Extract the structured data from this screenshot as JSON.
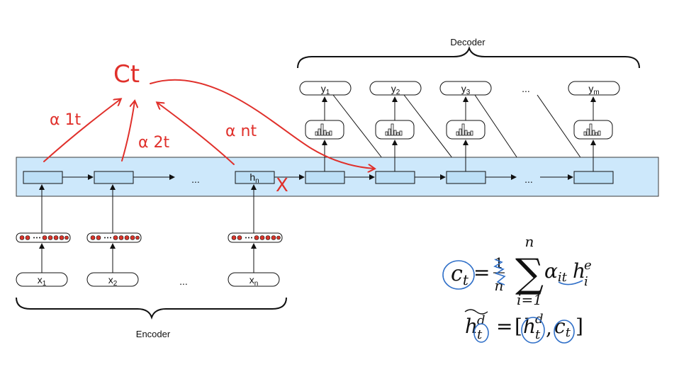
{
  "labels": {
    "decoder": "Decoder",
    "encoder": "Encoder",
    "ellipsis": "...",
    "hn_base": "h",
    "hn_sub": "n"
  },
  "inputs": [
    {
      "base": "x",
      "sub": "1"
    },
    {
      "base": "x",
      "sub": "2"
    },
    {
      "base": "x",
      "sub": "n"
    }
  ],
  "outputs": [
    {
      "base": "y",
      "sub": "1"
    },
    {
      "base": "y",
      "sub": "2"
    },
    {
      "base": "y",
      "sub": "3"
    },
    {
      "base": "y",
      "sub": "m"
    }
  ],
  "annotations": {
    "context": "Ct",
    "alpha_1t": "α 1t",
    "alpha_2t": "α 2t",
    "alpha_nt": "α nt",
    "cross": "X"
  },
  "equations": {
    "eq1_c": "c",
    "eq1_c_sub": "t",
    "eq1_eq": "=",
    "eq1_frac_num": "1",
    "eq1_frac_den": "n",
    "eq1_sum_top": "n",
    "eq1_sum": "∑",
    "eq1_sum_bottom": "i=1",
    "eq1_alpha": "α",
    "eq1_alpha_sub": "it",
    "eq1_h": "h",
    "eq1_h_sub": "i",
    "eq1_h_sup": "e",
    "eq2_lhs_h": "h",
    "eq2_lhs_sub": "t",
    "eq2_lhs_sup": "d",
    "eq2_eq": "=",
    "eq2_open": "[",
    "eq2_h": "h",
    "eq2_h_sub": "t",
    "eq2_h_sup": "d",
    "eq2_comma": ",",
    "eq2_c": "c",
    "eq2_c_sub": "t",
    "eq2_close": "]"
  },
  "colors": {
    "band_fill": "#cde8fb",
    "band_stroke": "#3b3b3b",
    "cell_fill": "#bcdff6",
    "handwriting_red": "#e0302b",
    "handwriting_blue": "#2f6fc8",
    "dot_red": "#d9352b"
  }
}
